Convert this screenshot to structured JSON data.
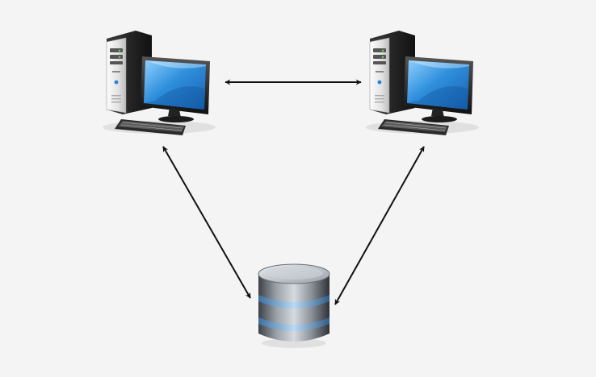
{
  "diagram": {
    "nodes": [
      {
        "id": "computer-left",
        "kind": "desktop-computer-icon"
      },
      {
        "id": "computer-right",
        "kind": "desktop-computer-icon"
      },
      {
        "id": "database",
        "kind": "database-icon"
      }
    ],
    "edges": [
      {
        "from": "computer-left",
        "to": "computer-right",
        "direction": "bidirectional"
      },
      {
        "from": "computer-left",
        "to": "database",
        "direction": "bidirectional"
      },
      {
        "from": "computer-right",
        "to": "database",
        "direction": "bidirectional"
      }
    ]
  },
  "colors": {
    "background": "#f4f4f4",
    "arrow": "#111111",
    "screen": "#3a9be0",
    "tower": "#e6e6e6",
    "database_band": "#9fc7ea"
  }
}
